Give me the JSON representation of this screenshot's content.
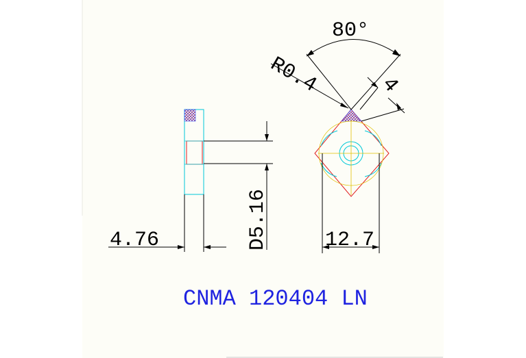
{
  "drawing": {
    "title": "CNMA 120404 LN",
    "dimensions": {
      "thickness": "4.76",
      "hole_diameter": "D5.16",
      "inscribed_circle": "12.7",
      "nose_radius": "R0.4",
      "edge_length": "4",
      "included_angle": "80°"
    }
  },
  "colors": {
    "background": "#ffffff",
    "sheet": "#fdfdf7",
    "dimension": "#000000",
    "outline": "#e02020",
    "hidden_cyan": "#00c8d8",
    "center_yellow": "#e0c000",
    "hatch": "#3050ff",
    "title": "#1f23e0"
  }
}
